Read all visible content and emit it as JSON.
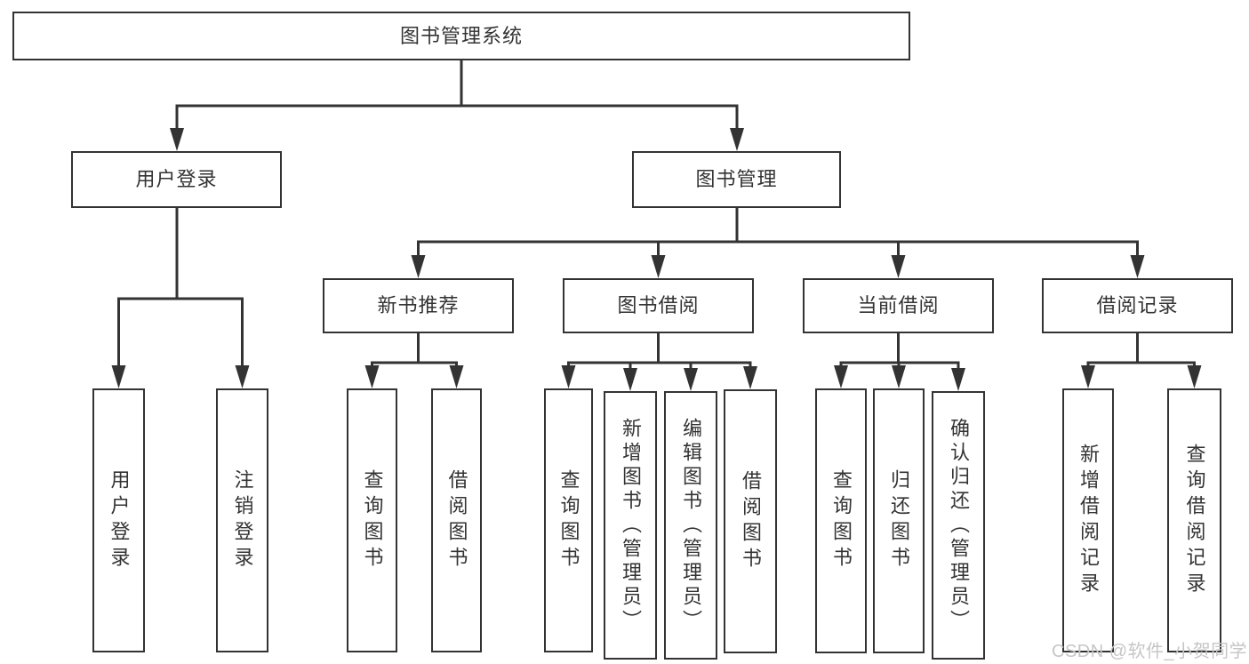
{
  "tree": {
    "root": {
      "label": "图书管理系统"
    },
    "children": [
      {
        "label": "用户登录",
        "children": [
          {
            "label": "用户登录"
          },
          {
            "label": "注销登录"
          }
        ]
      },
      {
        "label": "图书管理",
        "children": [
          {
            "label": "新书推荐",
            "children": [
              {
                "label": "查询图书"
              },
              {
                "label": "借阅图书"
              }
            ]
          },
          {
            "label": "图书借阅",
            "children": [
              {
                "label": "查询图书"
              },
              {
                "label": "新增图书（管理员）"
              },
              {
                "label": "编辑图书（管理员）"
              },
              {
                "label": "借阅图书"
              }
            ]
          },
          {
            "label": "当前借阅",
            "children": [
              {
                "label": "查询图书"
              },
              {
                "label": "归还图书"
              },
              {
                "label": "确认归还（管理员）"
              }
            ]
          },
          {
            "label": "借阅记录",
            "children": [
              {
                "label": "新增借阅记录"
              },
              {
                "label": "查询借阅记录"
              }
            ]
          }
        ]
      }
    ]
  },
  "watermark": {
    "text": "CSDN @软件_小贺同学"
  },
  "colors": {
    "line": "#333333",
    "box_border": "#333333",
    "text": "#333333",
    "watermark": "#c6c6c6",
    "background": "#ffffff"
  }
}
